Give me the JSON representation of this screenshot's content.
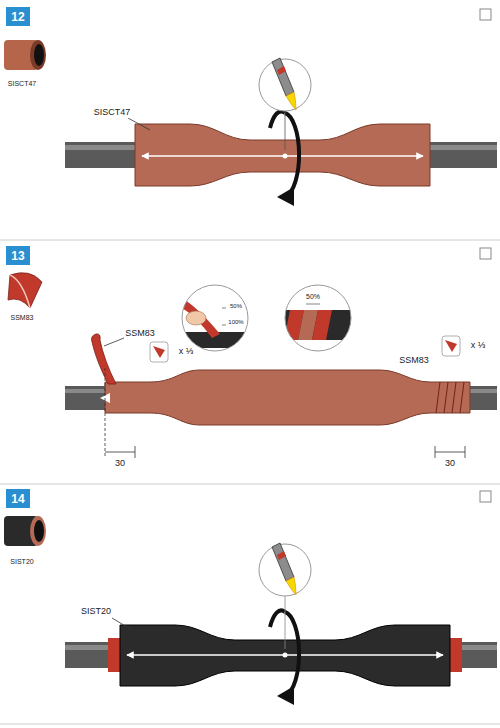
{
  "diagram": {
    "nodes": [
      {
        "text": [
          "12"
        ]
      },
      {
        "text": [
          "13"
        ]
      },
      {
        "text": [
          "14"
        ]
      }
    ],
    "labels": [
      "SISCT47",
      "SISCT47",
      "SSM83",
      "SSM83",
      "x ⅓",
      "50%",
      "100%",
      "50%",
      "SSM83",
      "x ⅓",
      "30",
      "30",
      "SIST20",
      "SIST20"
    ]
  }
}
